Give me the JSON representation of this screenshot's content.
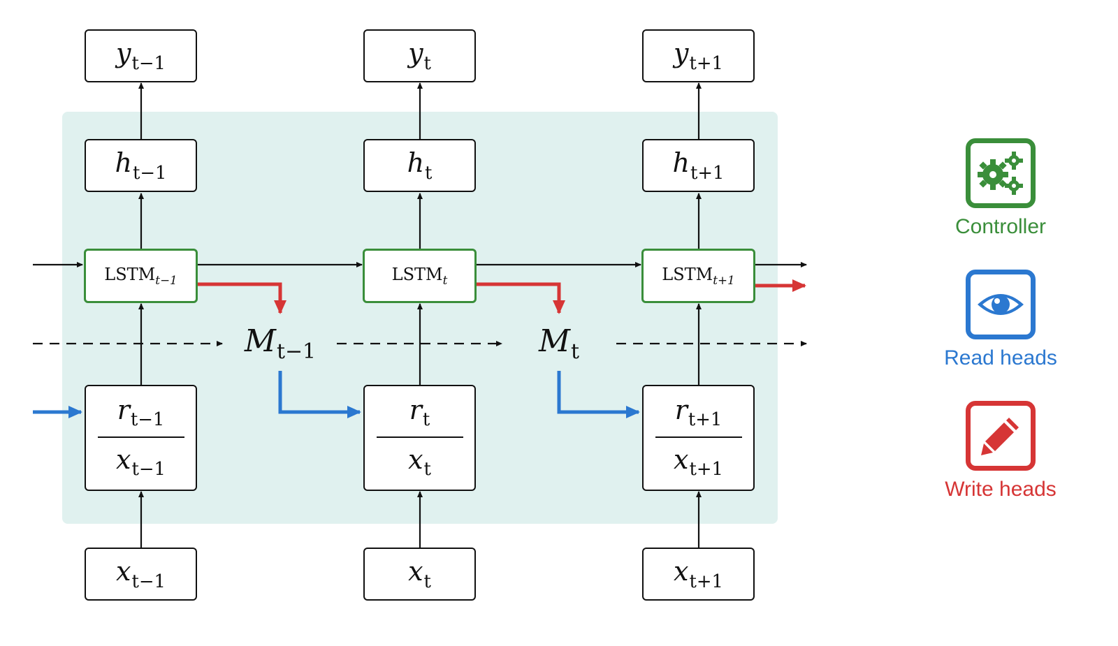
{
  "colors": {
    "background_panel": "#e0f1ef",
    "controller": "#3a8e3a",
    "read": "#2b78d0",
    "write": "#d63535",
    "line": "#111111"
  },
  "steps": [
    {
      "y": {
        "base": "y",
        "sub": "t−1"
      },
      "h": {
        "base": "h",
        "sub": "t−1"
      },
      "lstm": {
        "base": "LSTM",
        "sub": "t−1"
      },
      "r": {
        "base": "r",
        "sub": "t−1"
      },
      "xr": {
        "base": "x",
        "sub": "t−1"
      },
      "x": {
        "base": "x",
        "sub": "t−1"
      }
    },
    {
      "y": {
        "base": "y",
        "sub": "t"
      },
      "h": {
        "base": "h",
        "sub": "t"
      },
      "lstm": {
        "base": "LSTM",
        "sub": "t"
      },
      "r": {
        "base": "r",
        "sub": "t"
      },
      "xr": {
        "base": "x",
        "sub": "t"
      },
      "x": {
        "base": "x",
        "sub": "t"
      }
    },
    {
      "y": {
        "base": "y",
        "sub": "t+1"
      },
      "h": {
        "base": "h",
        "sub": "t+1"
      },
      "lstm": {
        "base": "LSTM",
        "sub": "t+1"
      },
      "r": {
        "base": "r",
        "sub": "t+1"
      },
      "xr": {
        "base": "x",
        "sub": "t+1"
      },
      "x": {
        "base": "x",
        "sub": "t+1"
      }
    }
  ],
  "memory": [
    {
      "base": "M",
      "sub": "t−1"
    },
    {
      "base": "M",
      "sub": "t"
    }
  ],
  "legend": [
    {
      "label": "Controller",
      "icon": "gears-icon",
      "color": "#3a8e3a"
    },
    {
      "label": "Read heads",
      "icon": "eye-icon",
      "color": "#2b78d0"
    },
    {
      "label": "Write heads",
      "icon": "pencil-icon",
      "color": "#d63535"
    }
  ]
}
